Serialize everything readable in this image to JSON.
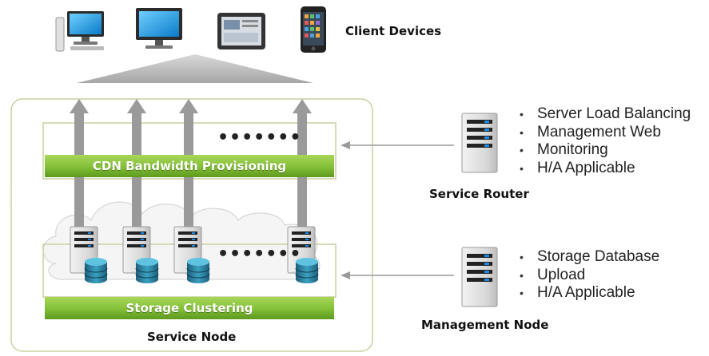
{
  "client_devices": {
    "label": "Client Devices",
    "icons": [
      "desktop-computer-icon",
      "monitor-icon",
      "tablet-icon",
      "smartphone-icon"
    ]
  },
  "service_node": {
    "label": "Service Node",
    "cdn_bar_label": "CDN Bandwidth Provisioning",
    "storage_bar_label": "Storage Clustering",
    "ellipsis": "•••••••"
  },
  "service_router": {
    "label": "Service Router",
    "features": [
      "Server Load Balancing",
      "Management Web",
      "Monitoring",
      "H/A Applicable"
    ]
  },
  "management_node": {
    "label": "Management Node",
    "features": [
      "Storage Database",
      "Upload",
      "H/A Applicable"
    ]
  },
  "colors": {
    "green_bar": "#8cc63f",
    "green_bar_dark": "#5f9a1f",
    "frame_border": "#c9d1a0",
    "arrow_gray": "#9a9a9a"
  }
}
